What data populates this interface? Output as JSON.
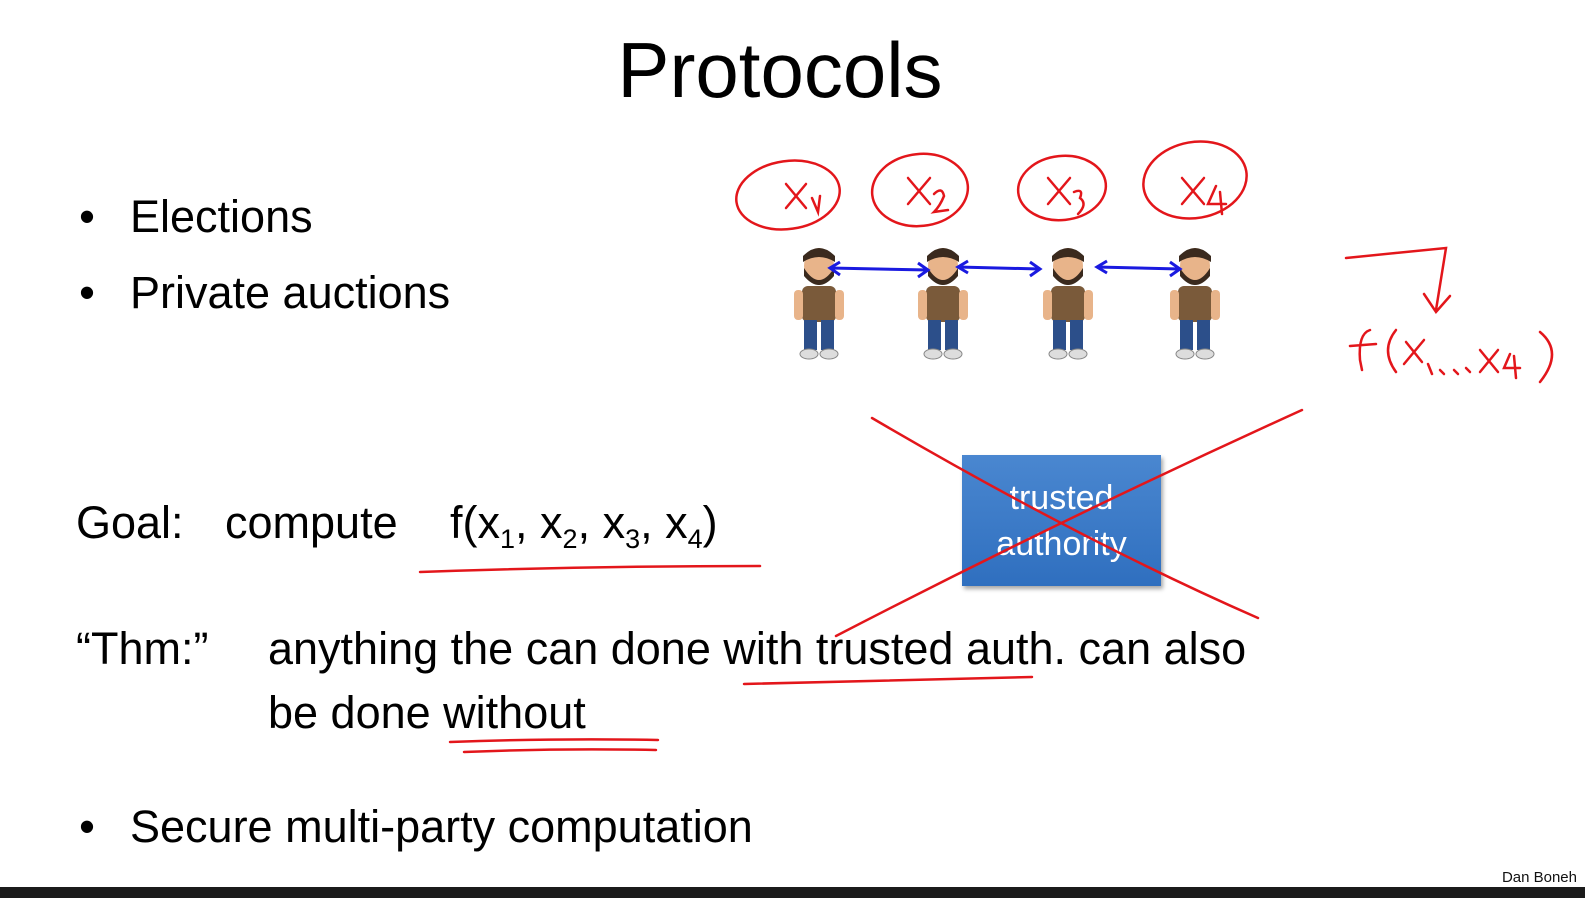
{
  "slide": {
    "title": "Protocols",
    "bullets_top": [
      "Elections",
      "Private auctions"
    ],
    "bullet_symbol": "•",
    "goal": {
      "label": "Goal:",
      "text": "compute",
      "formula": {
        "f": "f(x",
        "subs": [
          "1",
          "2",
          "3",
          "4"
        ],
        "sep": ", x",
        "close": ")"
      }
    },
    "thm": {
      "label": "“Thm:”",
      "line1": "anything the can done with trusted auth. can also",
      "line2": "be done without"
    },
    "bullet_bottom": "Secure multi-party computation",
    "box_lines": [
      "trusted",
      "authority"
    ],
    "footer": "Dan Boneh",
    "handwritten_inputs": [
      "x1",
      "x2",
      "x3",
      "x4"
    ],
    "handwritten_output": "f(x1,...,x4)"
  },
  "colors": {
    "ink_red": "#e3161b",
    "ink_blue": "#1a1ae0",
    "box_blue": "#3a7bc8"
  },
  "icons": [
    "party-person-icon",
    "double-arrow-icon"
  ]
}
